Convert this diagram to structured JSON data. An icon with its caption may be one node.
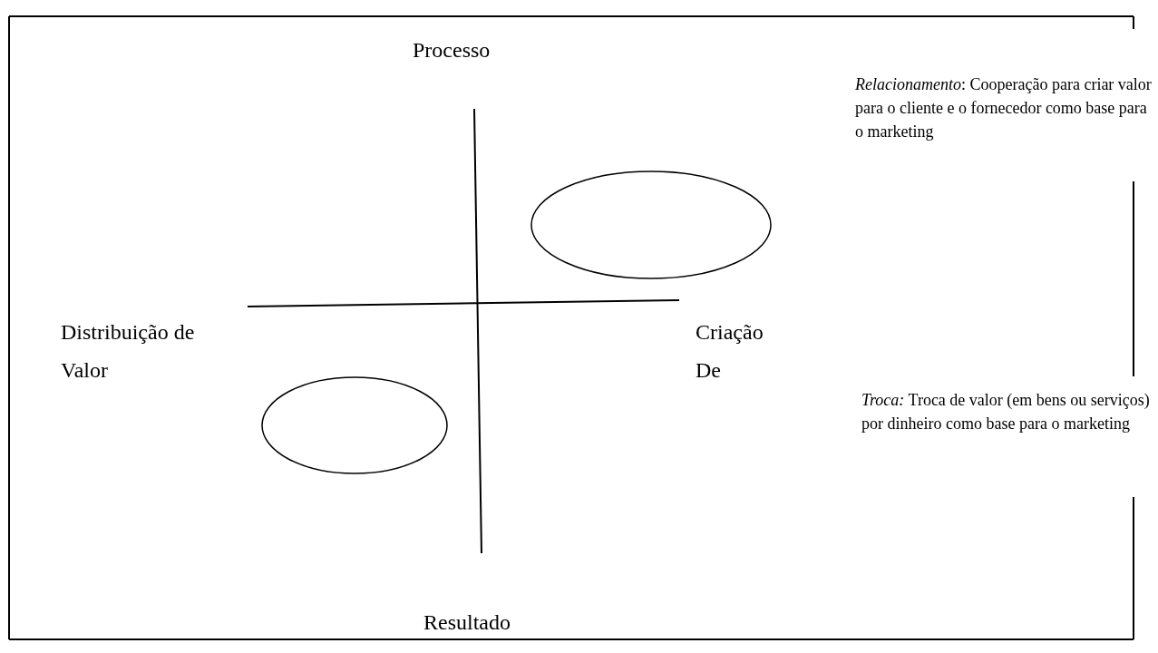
{
  "diagram": {
    "nodes": [
      {
        "text": [],
        "shape": "circle"
      },
      {
        "text": [],
        "shape": "circle"
      }
    ],
    "labels": [
      "Processo",
      "Distribuição de Valor",
      "Criação De",
      "Resultado",
      "*Relacionamento*: Cooperação para criar valor para o cliente e o fornecedor como base para o marketing",
      "*Troca:* Troca de valor (em bens ou serviços) por dinheiro como base para o marketing"
    ]
  }
}
